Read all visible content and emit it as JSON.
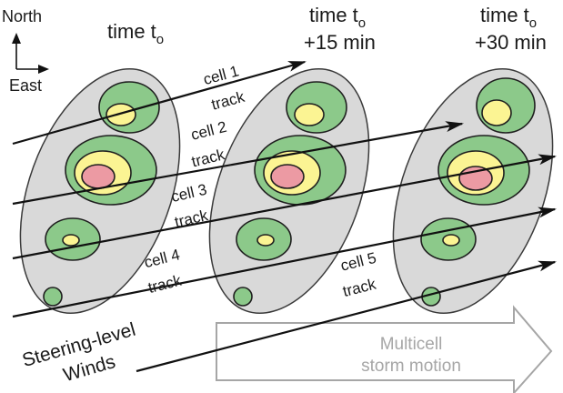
{
  "titles": {
    "t0": {
      "prefix": "time t",
      "sub": "o",
      "suffix": ""
    },
    "t15": {
      "prefix": "time t",
      "sub": "o",
      "suffix": "+15 min"
    },
    "t30": {
      "prefix": "time t",
      "sub": "o",
      "suffix": "+30 min"
    }
  },
  "compass": {
    "north": "North",
    "east": "East"
  },
  "tracks": [
    {
      "name": "cell 1",
      "track": "track"
    },
    {
      "name": "cell 2",
      "track": "track"
    },
    {
      "name": "cell 3",
      "track": "track"
    },
    {
      "name": "cell 4",
      "track": "track"
    },
    {
      "name": "cell 5",
      "track": "track"
    }
  ],
  "winds": {
    "line1": "Steering-level",
    "line2": "Winds"
  },
  "motion": {
    "line1": "Multicell",
    "line2": "storm motion"
  },
  "colors": {
    "storm_envelope": "#d9d9d9",
    "outer_cell": "#8cc98a",
    "mid_cell": "#fbf493",
    "core_cell": "#ec9aa3",
    "motion_arrow": "#a6a6a6"
  }
}
